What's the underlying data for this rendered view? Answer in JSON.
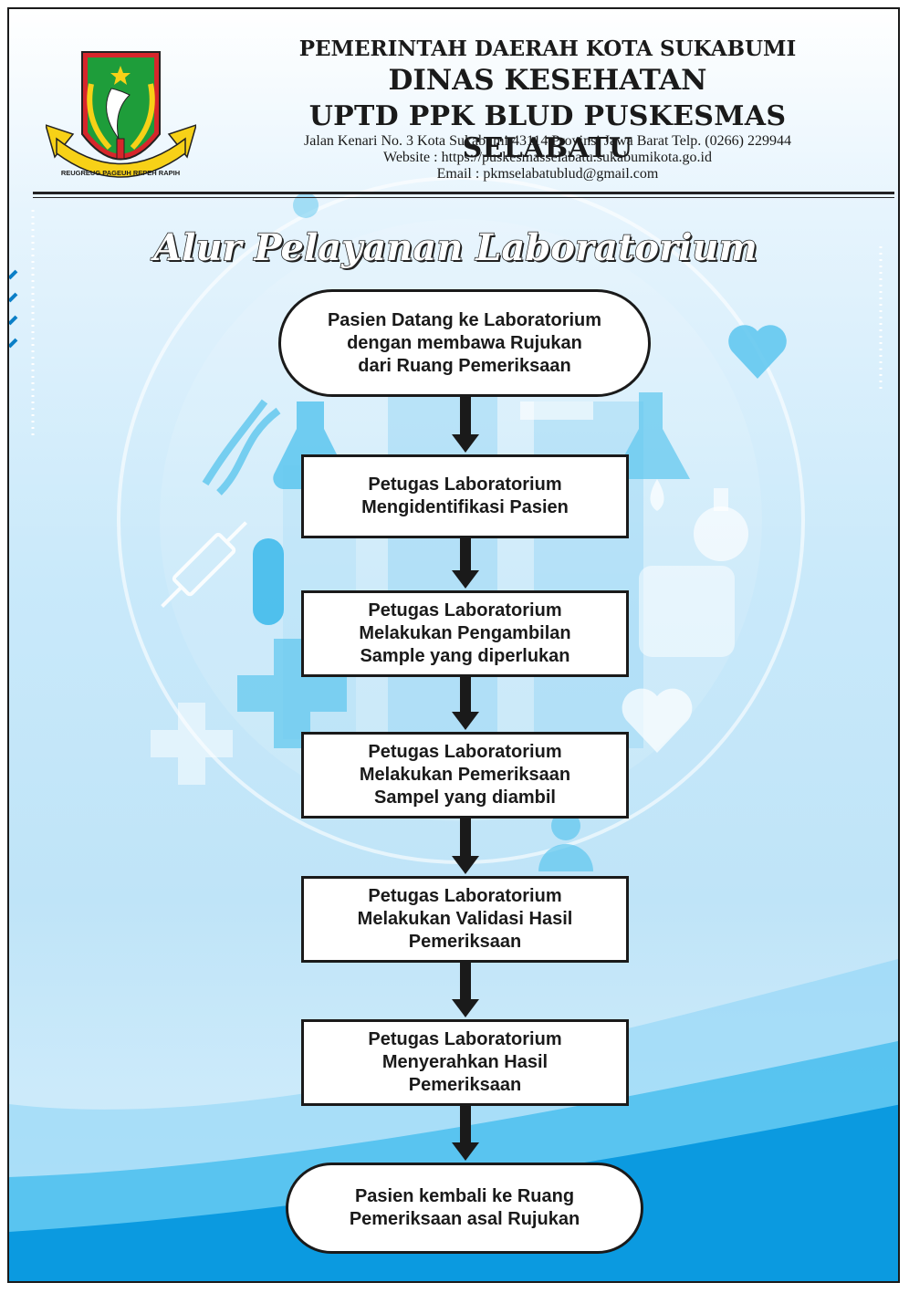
{
  "header": {
    "line1": "PEMERINTAH DAERAH KOTA SUKABUMI",
    "line2": "DINAS KESEHATAN",
    "line3": "UPTD PPK BLUD PUSKESMAS SELABATU",
    "address": "Jalan Kenari No. 3 Kota Sukabumi 43114 Provinsi Jawa Barat Telp. (0266) 229944",
    "website": "Website : https://puskesmasselabatu.sukabumikota.go.id",
    "email": "Email : pkmselabatublud@gmail.com",
    "logo_motto": "REUGREUG PAGEUH REPEH RAPIH"
  },
  "title": "Alur Pelayanan Laboratorium",
  "flow": {
    "steps": [
      {
        "text": "Pasien Datang ke Laboratorium\ndengan membawa Rujukan\ndari Ruang Pemeriksaan",
        "shape": "terminal"
      },
      {
        "text": "Petugas Laboratorium\nMengidentifikasi Pasien",
        "shape": "process"
      },
      {
        "text": "Petugas Laboratorium\nMelakukan Pengambilan\nSample yang diperlukan",
        "shape": "process"
      },
      {
        "text": "Petugas Laboratorium\nMelakukan Pemeriksaan\nSampel yang diambil",
        "shape": "process"
      },
      {
        "text": "Petugas Laboratorium\nMelakukan Validasi Hasil\nPemeriksaan",
        "shape": "process"
      },
      {
        "text": "Petugas Laboratorium\nMenyerahkan Hasil\nPemeriksaan",
        "shape": "process"
      },
      {
        "text": "Pasien kembali ke Ruang\nPemeriksaan asal Rujukan",
        "shape": "terminal"
      }
    ]
  },
  "colors": {
    "accent_blue": "#29abe2",
    "deep_blue": "#0b7fc7",
    "logo_green": "#1e9d3a",
    "logo_yellow": "#f7d117",
    "logo_red": "#d7262b"
  }
}
